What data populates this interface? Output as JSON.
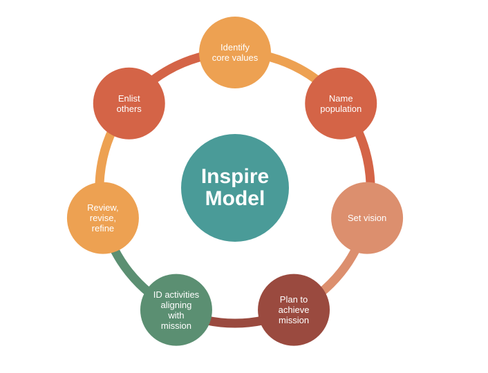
{
  "diagram": {
    "center": {
      "title": "Inspire\nModel",
      "color": "#4a9b98"
    },
    "nodes": [
      {
        "id": "identify-core-values",
        "label": "Identify\ncore values",
        "color": "#eda152"
      },
      {
        "id": "name-population",
        "label": "Name\npopulation",
        "color": "#d46447"
      },
      {
        "id": "set-vision",
        "label": "Set vision",
        "color": "#dc8f6e"
      },
      {
        "id": "plan-to-achieve-mission",
        "label": "Plan to\nachieve\nmission",
        "color": "#9a4a3f"
      },
      {
        "id": "id-activities-aligning-with-mission",
        "label": "ID activities\naligning\nwith\nmission",
        "color": "#5b8f72"
      },
      {
        "id": "review-revise-refine",
        "label": "Review,\nrevise,\nrefine",
        "color": "#eda152"
      },
      {
        "id": "enlist-others",
        "label": "Enlist\nothers",
        "color": "#d46447"
      }
    ],
    "connectors": [
      {
        "from": "identify-core-values",
        "to": "name-population",
        "color": "#eda152"
      },
      {
        "from": "name-population",
        "to": "set-vision",
        "color": "#d46447"
      },
      {
        "from": "set-vision",
        "to": "plan-to-achieve-mission",
        "color": "#dc8f6e"
      },
      {
        "from": "plan-to-achieve-mission",
        "to": "id-activities-aligning-with-mission",
        "color": "#9a4a3f"
      },
      {
        "from": "id-activities-aligning-with-mission",
        "to": "review-revise-refine",
        "color": "#5b8f72"
      },
      {
        "from": "review-revise-refine",
        "to": "enlist-others",
        "color": "#eda152"
      },
      {
        "from": "enlist-others",
        "to": "identify-core-values",
        "color": "#d46447"
      }
    ]
  }
}
